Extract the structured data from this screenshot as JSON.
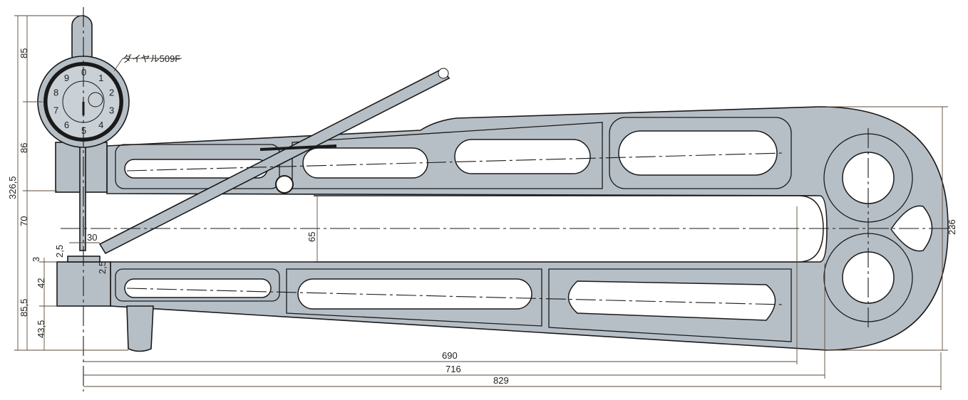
{
  "title_callout": "ダイヤル509F",
  "dimensions": {
    "dial_stem_height": "85",
    "dial_to_arm": "86",
    "total_height": "326,5",
    "gap_to_axis": "70",
    "anvil_step": "3",
    "contact_thickness": "2,5",
    "contact_width": "30",
    "anvil_offset": "2,5",
    "anvil_block": "42",
    "lower_height": "85,5",
    "foot_height": "43,5",
    "throat_depth": "65",
    "right_height": "236",
    "length_690": "690",
    "length_716": "716",
    "length_829": "829"
  },
  "dial_numbers": [
    "0",
    "1",
    "2",
    "3",
    "4",
    "5",
    "6",
    "7",
    "8",
    "9"
  ],
  "colors": {
    "body": "#b7bfc6",
    "line": "#1a1a1a"
  }
}
